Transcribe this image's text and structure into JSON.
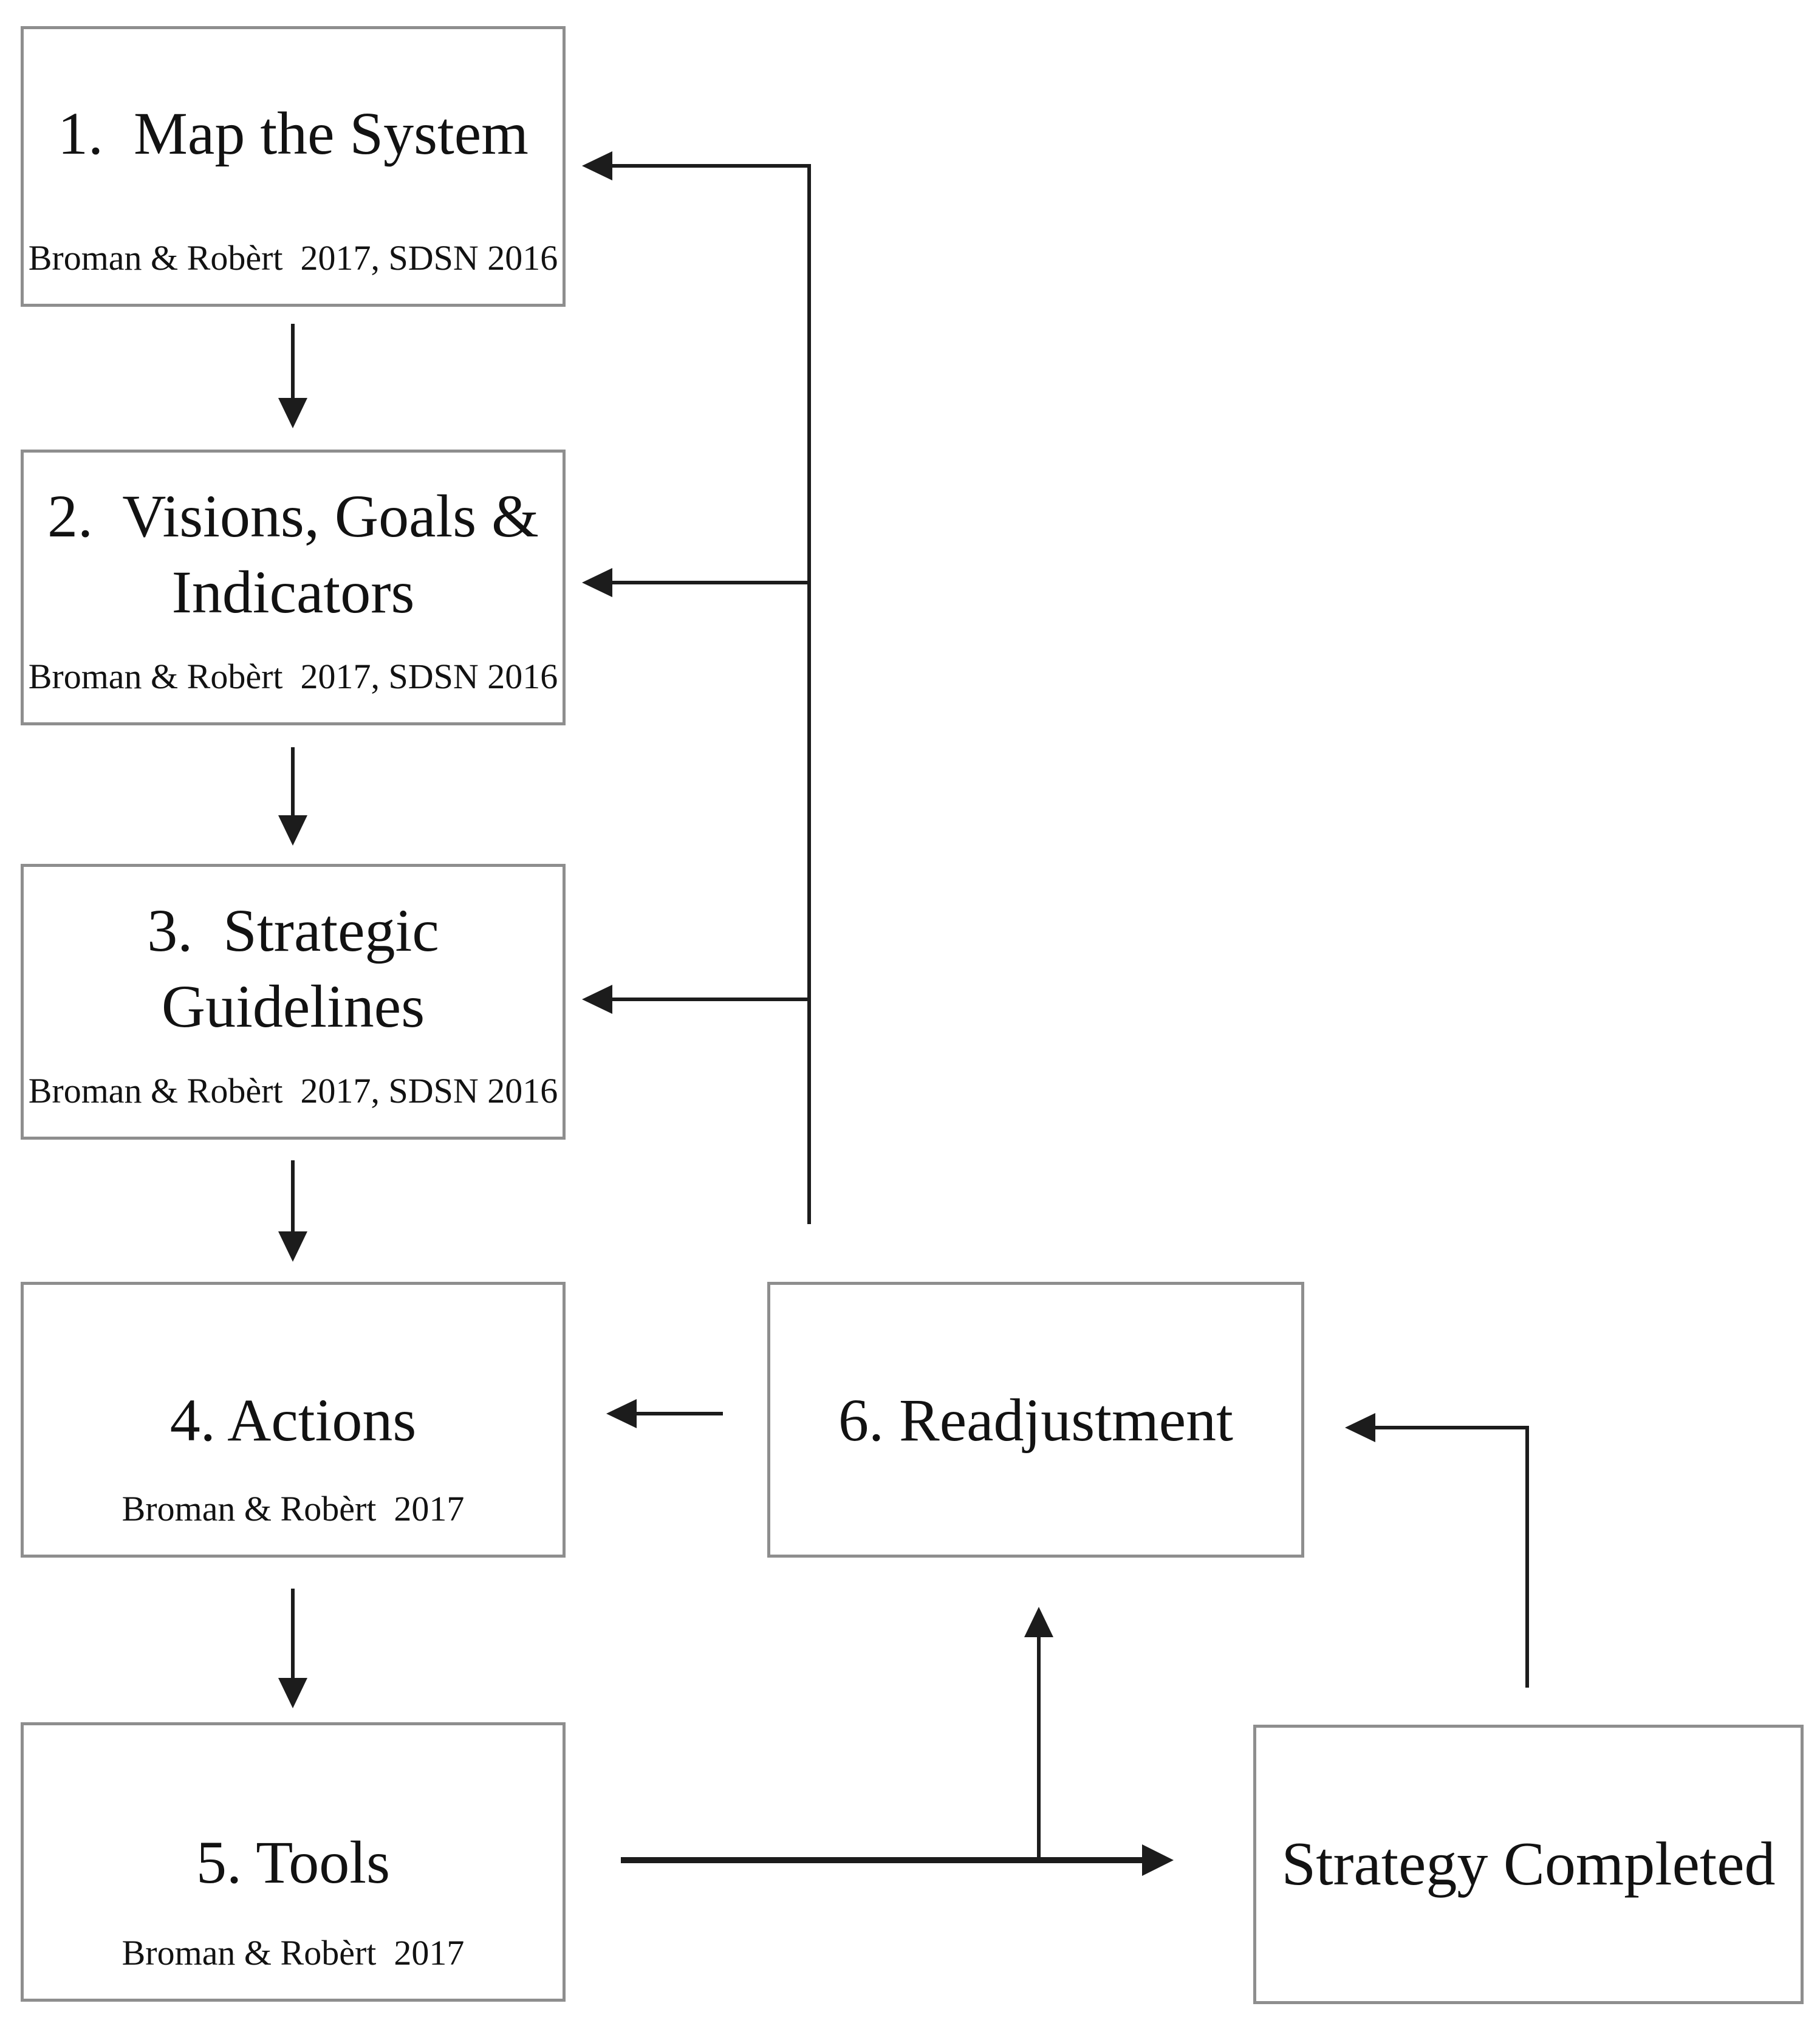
{
  "diagram": {
    "colors": {
      "background": "#ffffff",
      "box_border": "#8e8e8e",
      "box_fill": "#ffffff",
      "arrow": "#1c1c1c",
      "text": "#121212"
    },
    "boxes": [
      {
        "id": "map-the-system",
        "title": "1.  Map the System",
        "subtitle": "Broman & Robèrt  2017, SDSN 2016"
      },
      {
        "id": "visions-goals-indicators",
        "title": "2.  Visions, Goals &\nIndicators",
        "subtitle": "Broman & Robèrt  2017, SDSN 2016"
      },
      {
        "id": "strategic-guidelines",
        "title": "3.  Strategic\nGuidelines",
        "subtitle": "Broman & Robèrt  2017, SDSN 2016"
      },
      {
        "id": "actions",
        "title": "4. Actions",
        "subtitle": "Broman & Robèrt  2017"
      },
      {
        "id": "tools",
        "title": "5. Tools",
        "subtitle": "Broman & Robèrt  2017"
      },
      {
        "id": "readjustment",
        "title": "6. Readjustment"
      },
      {
        "id": "strategy-completed",
        "title": "Strategy Completed"
      }
    ],
    "edges": [
      {
        "from": "1. Map the System",
        "to": "2. Visions, Goals & Indicators"
      },
      {
        "from": "2. Visions, Goals & Indicators",
        "to": "3. Strategic Guidelines"
      },
      {
        "from": "3. Strategic Guidelines",
        "to": "4. Actions"
      },
      {
        "from": "4. Actions",
        "to": "5. Tools"
      },
      {
        "from": "6. Readjustment",
        "to": "1. Map the System"
      },
      {
        "from": "6. Readjustment",
        "to": "2. Visions, Goals & Indicators"
      },
      {
        "from": "6. Readjustment",
        "to": "3. Strategic Guidelines"
      },
      {
        "from": "6. Readjustment",
        "to": "4. Actions"
      },
      {
        "from": "5. Tools",
        "to": "Strategy Completed"
      },
      {
        "from": "5. Tools",
        "to": "6. Readjustment"
      },
      {
        "from": "Strategy Completed",
        "to": "6. Readjustment"
      }
    ]
  }
}
